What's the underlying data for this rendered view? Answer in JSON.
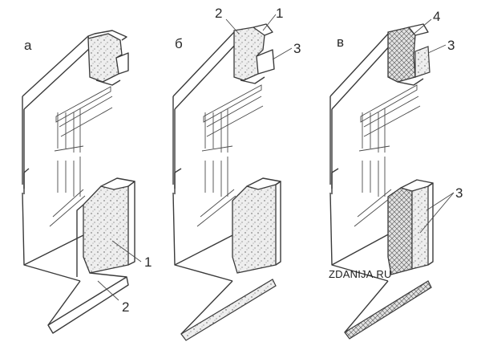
{
  "panels": [
    {
      "letter": "а",
      "callouts": [
        "1",
        "2"
      ]
    },
    {
      "letter": "б",
      "callouts": [
        "2",
        "1",
        "3"
      ]
    },
    {
      "letter": "в",
      "callouts": [
        "4",
        "3",
        "3"
      ]
    }
  ],
  "watermark": "ZDANIJA.RU",
  "colors": {
    "ink": "#3a3a3a",
    "paper": "#ffffff",
    "stipple": "#e7e7e7",
    "crosshatch": "#d6d6d6"
  }
}
